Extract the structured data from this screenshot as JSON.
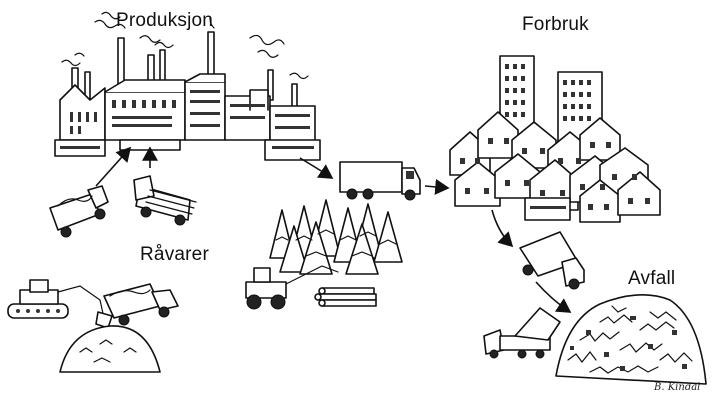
{
  "labels": {
    "production": "Produksjon",
    "consumption": "Forbruk",
    "raw_materials": "Råvarer",
    "waste": "Avfall"
  },
  "signature": "B. Kindal",
  "colors": {
    "ink": "#111111",
    "background": "#ffffff"
  }
}
